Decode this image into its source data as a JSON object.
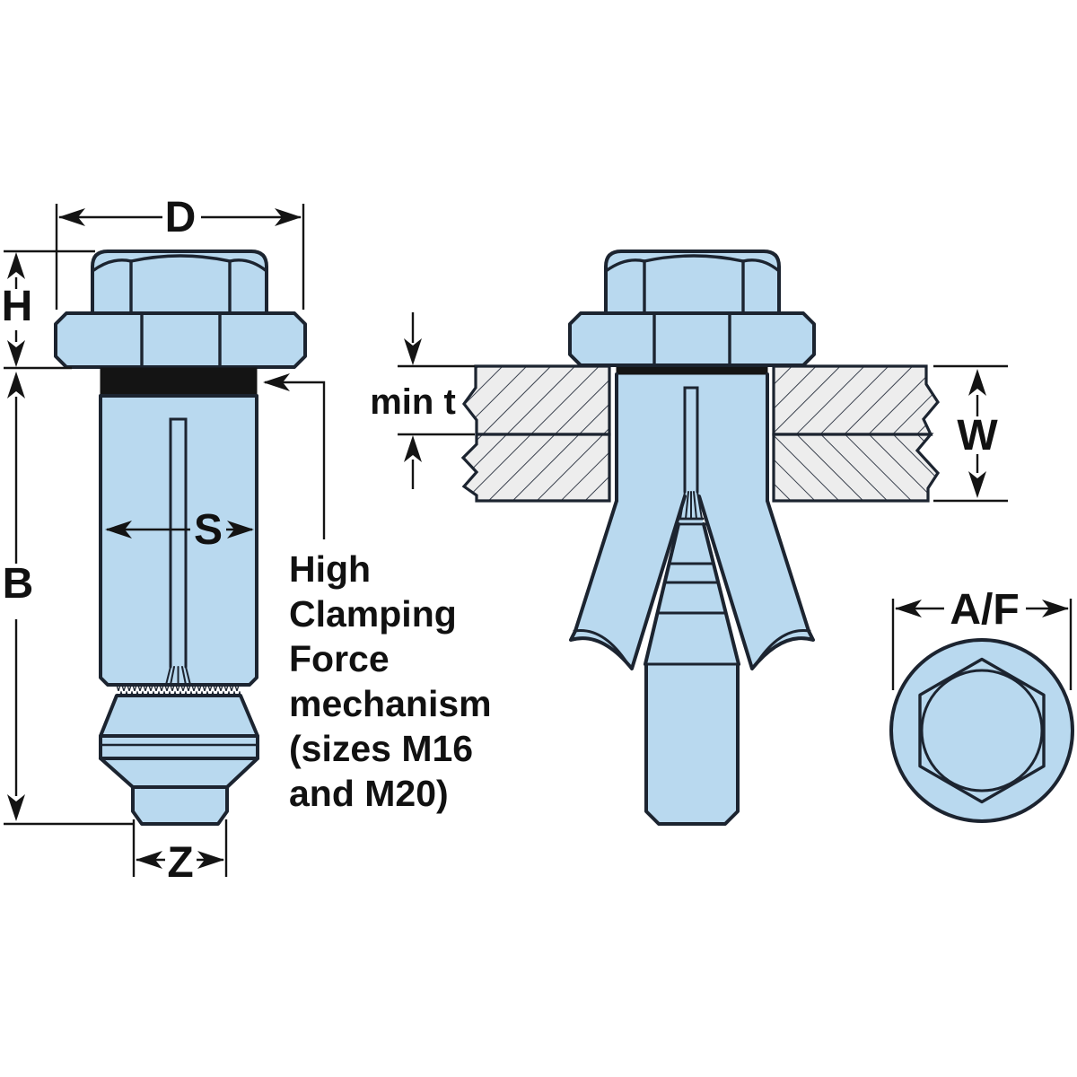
{
  "diagram": {
    "annotation": {
      "full_text": "High Clamping Force mechanism (sizes M16 and M20)",
      "lines": [
        "High",
        "Clamping",
        "Force",
        "mechanism",
        "(sizes M16",
        "and M20)"
      ]
    },
    "side_view": {
      "labels": {
        "flange_diameter": "D",
        "head_height": "H",
        "body_length": "B",
        "sleeve_diameter": "S",
        "tip_diameter": "Z"
      }
    },
    "installed_view": {
      "labels": {
        "min_thickness": "min t",
        "grip_width": "W"
      }
    },
    "plan_view": {
      "labels": {
        "across_flats": "A/F"
      }
    }
  },
  "colors": {
    "part_blue": "#b9d9ef",
    "outline_dark": "#1c2430",
    "collar_black": "#141414",
    "plate_gray": "#ededed",
    "hatch_line": "#39404d",
    "dim_black": "#141414",
    "background": "#ffffff"
  }
}
